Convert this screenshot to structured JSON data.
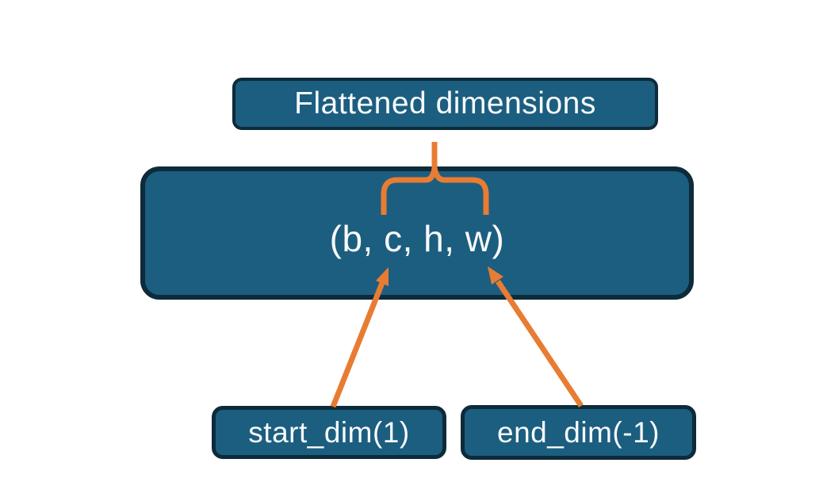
{
  "colors": {
    "background": "#ffffff",
    "node-fill": "#1c5e7f",
    "node-border": "#0d2b3a",
    "node-text": "#f7fafb",
    "accent": "#e87c33"
  },
  "nodes": {
    "flattened": {
      "label": "Flattened dimensions"
    },
    "tensor": {
      "label": "(b, c, h, w)"
    },
    "start_dim": {
      "label": "start_dim(1)"
    },
    "end_dim": {
      "label": "end_dim(-1)"
    }
  }
}
